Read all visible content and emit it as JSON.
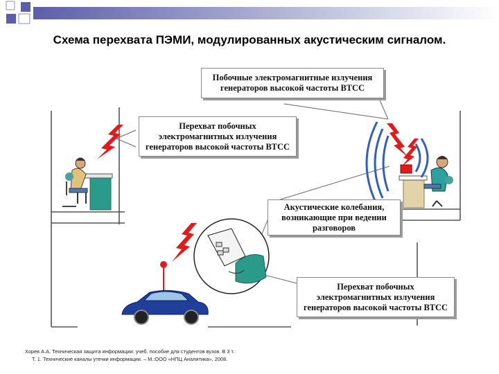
{
  "slide": {
    "title": "Схема перехвата ПЭМИ, модулированных акустическим сигналом.",
    "colors": {
      "accent": "#5b5fa8",
      "callout_border": "#888888",
      "wall": "#555555"
    }
  },
  "callouts": {
    "top": "Побочные электромагнитные излучения\nгенераторов  высокой частоты ВТСС",
    "left": "Перехват побочных\nэлектромагнитных излучения\nгенераторов высокой частоты ВТСС",
    "middle": "Акустические колебания,\nвозникающие при ведении\nразговоров",
    "bottom": "Перехват побочных\nэлектромагнитных излучения\nгенераторов высокой частоты ВТСС"
  },
  "footer": {
    "line1": "Хорев А.А. Техническая  защита информации: учеб. пособие для студентов вузов. В 3 т.",
    "line2": "Т. 1. Технические каналы утечки информации. – М.:ООО «НПЦ Аналитика», 2008."
  },
  "icons": [
    "lightning-icon",
    "antenna-icon",
    "car-icon",
    "person-at-desk-icon",
    "telephone-icon",
    "radio-waves-icon"
  ]
}
